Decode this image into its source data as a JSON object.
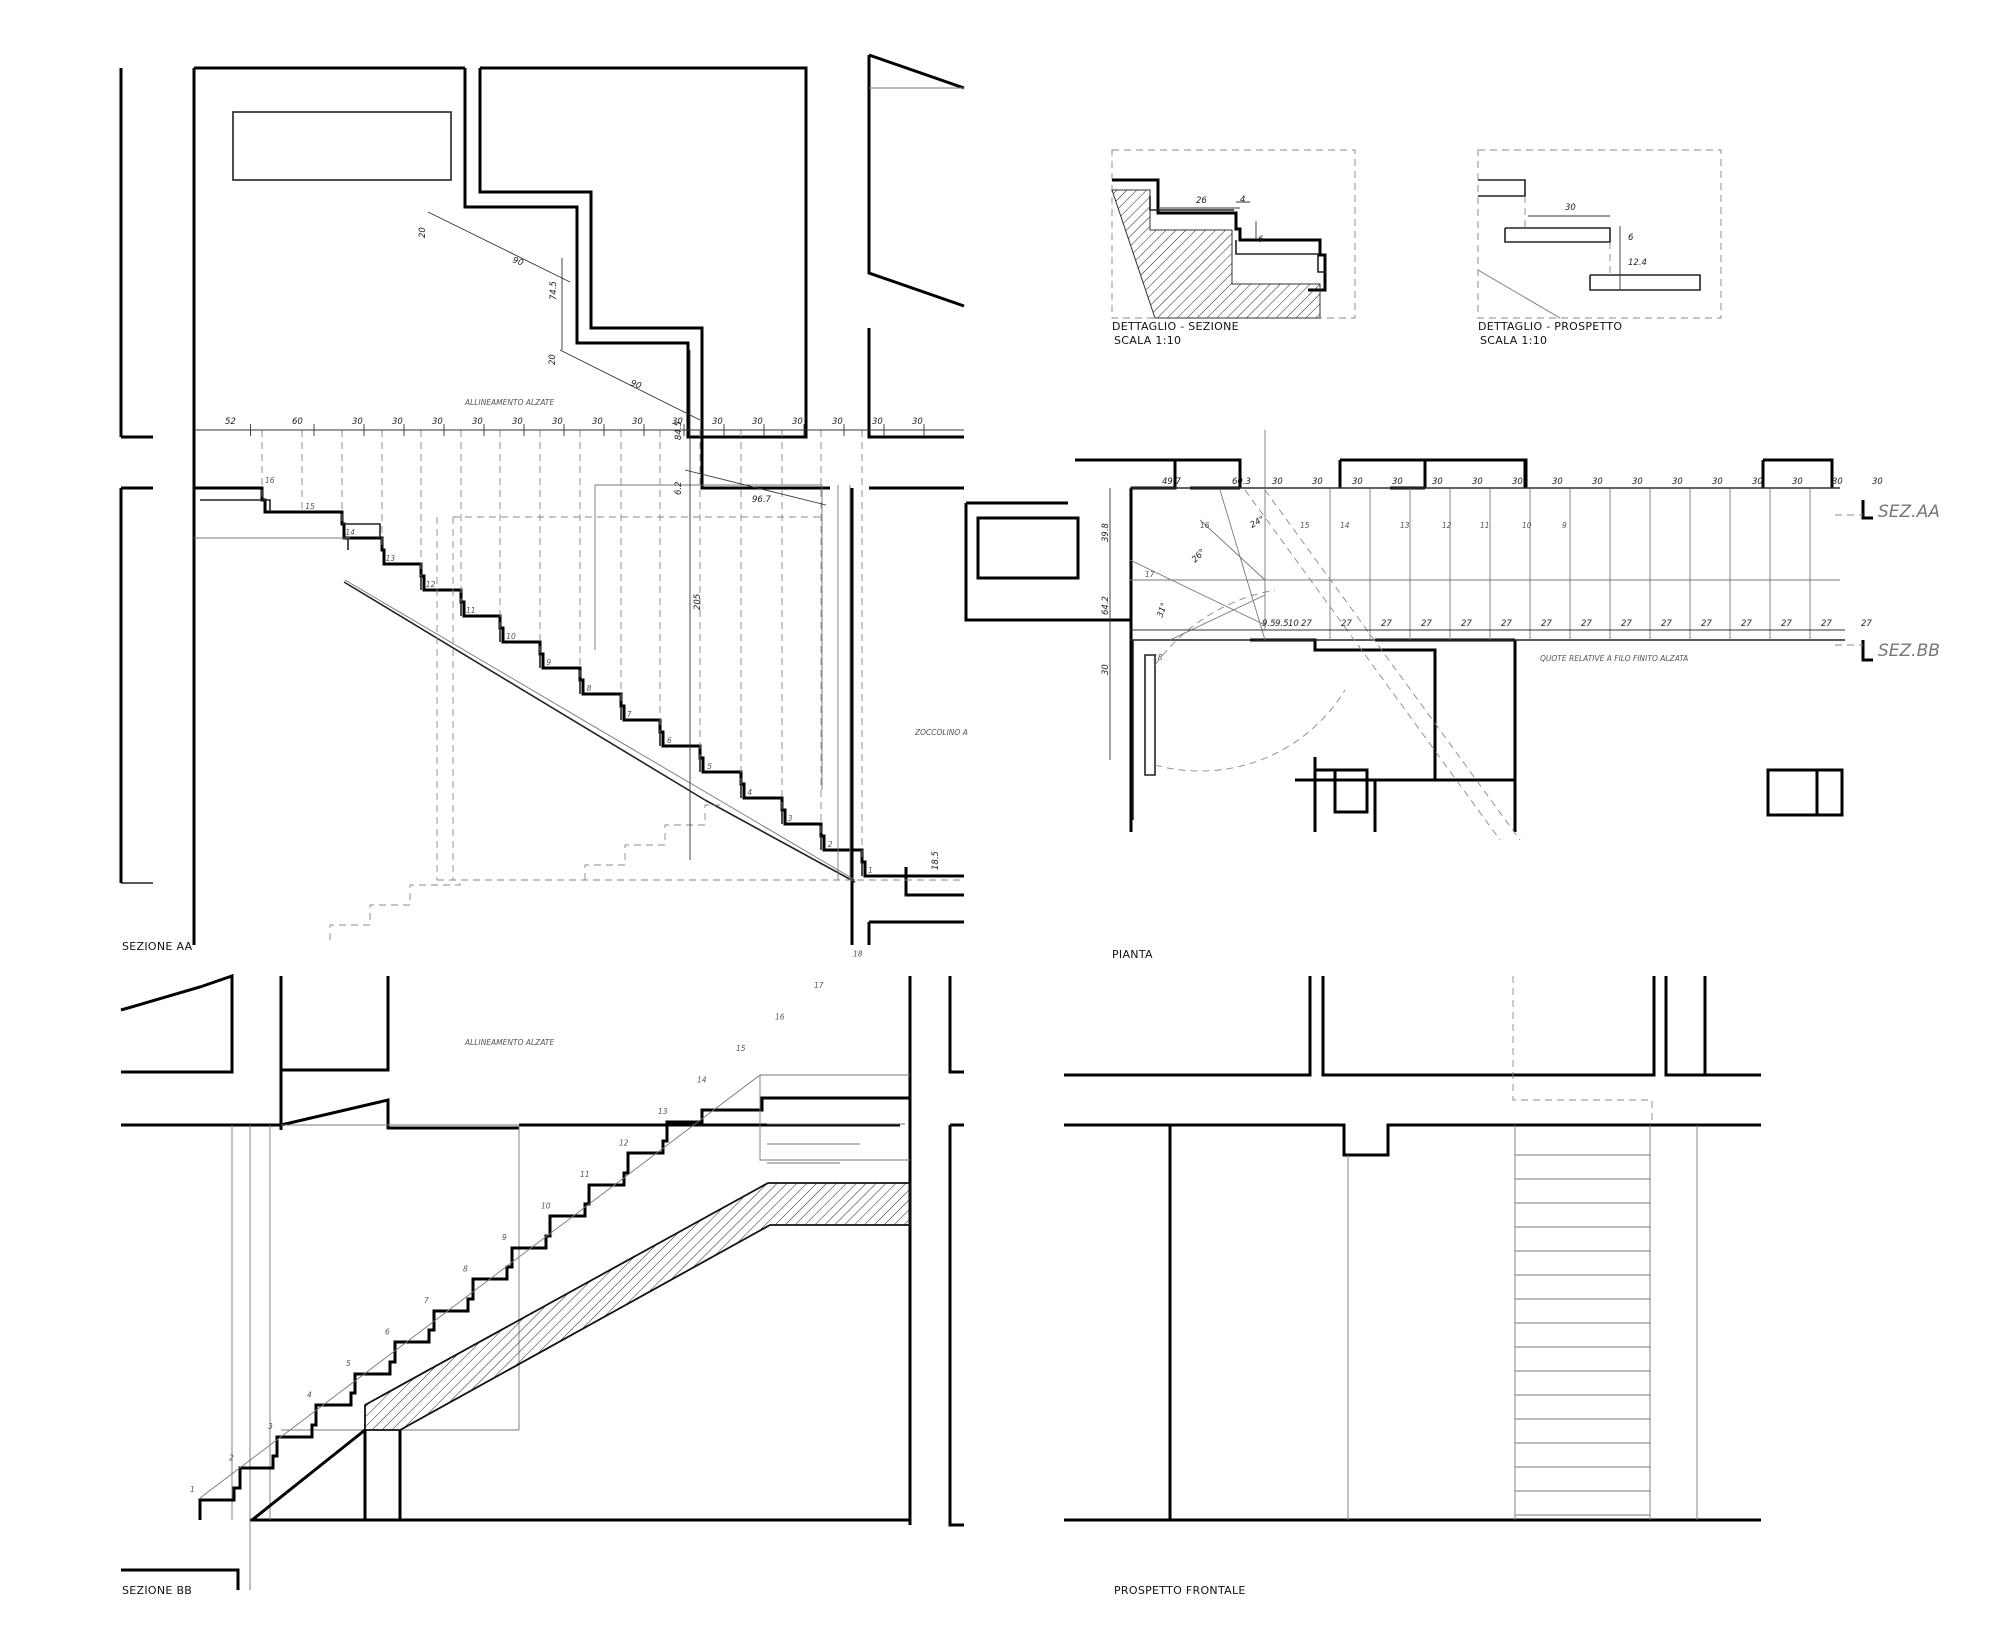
{
  "labels": {
    "sezione_aa": "SEZIONE AA",
    "sezione_bb": "SEZIONE BB",
    "pianta": "PIANTA",
    "prospetto_frontale": "PROSPETTO FRONTALE",
    "dettaglio_sezione": "DETTAGLIO - SEZIONE",
    "dettaglio_prospetto": "DETTAGLIO - PROSPETTO",
    "scala": "SCALA 1:10",
    "allineamento_alzate": "ALLINEAMENTO ALZATE",
    "zoccolino": "ZOCCOLINO A",
    "quote_relative": "QUOTE RELATIVE A FILO FINITO ALZATA",
    "sez_aa_marker": "SEZ.AA",
    "sez_bb_marker": "SEZ.BB"
  },
  "aa_dims": [
    "52",
    "60",
    "30",
    "30",
    "30",
    "30",
    "30",
    "30",
    "30",
    "30",
    "30",
    "30",
    "30",
    "30",
    "30",
    "30",
    "30"
  ],
  "aa_vertical_dims": {
    "d20a": "20",
    "d90a": "90",
    "d745": "74.5",
    "d20b": "20",
    "d90b": "90",
    "d845": "84.5",
    "d62": "6.2",
    "d967": "96.7",
    "d205": "205",
    "d185": "18.5"
  },
  "aa_steps": [
    "16",
    "15",
    "14",
    "13",
    "12",
    "11",
    "10",
    "9",
    "8",
    "7",
    "6",
    "5",
    "4",
    "3",
    "2",
    "1"
  ],
  "bb_steps": [
    "1",
    "2",
    "3",
    "4",
    "5",
    "6",
    "7",
    "8",
    "9",
    "10",
    "11",
    "12",
    "13",
    "14",
    "15",
    "16",
    "17",
    "18"
  ],
  "detail_sezione": {
    "tread": "26",
    "nose": "4",
    "riser": "6"
  },
  "detail_prospetto": {
    "tread": "30",
    "riser": "6",
    "depth": "12.4"
  },
  "plan_top_dims": [
    "49.7",
    "60.3",
    "30",
    "30",
    "30",
    "30",
    "30",
    "30",
    "30",
    "30",
    "30",
    "30",
    "30",
    "30",
    "30",
    "30",
    "30",
    "30"
  ],
  "plan_bottom_dims": [
    "9.5",
    "9.5",
    "10",
    "27",
    "27",
    "27",
    "27",
    "27",
    "27",
    "27",
    "27",
    "27",
    "27",
    "27",
    "27",
    "27",
    "27",
    "27"
  ],
  "plan_side_dims": [
    "39.8",
    "64.2",
    "30"
  ],
  "plan_angles": [
    "24°",
    "26°",
    "31°"
  ],
  "plan_steps": [
    "16",
    "17",
    "18",
    "15",
    "14",
    "13",
    "12",
    "11",
    "10",
    "9"
  ]
}
